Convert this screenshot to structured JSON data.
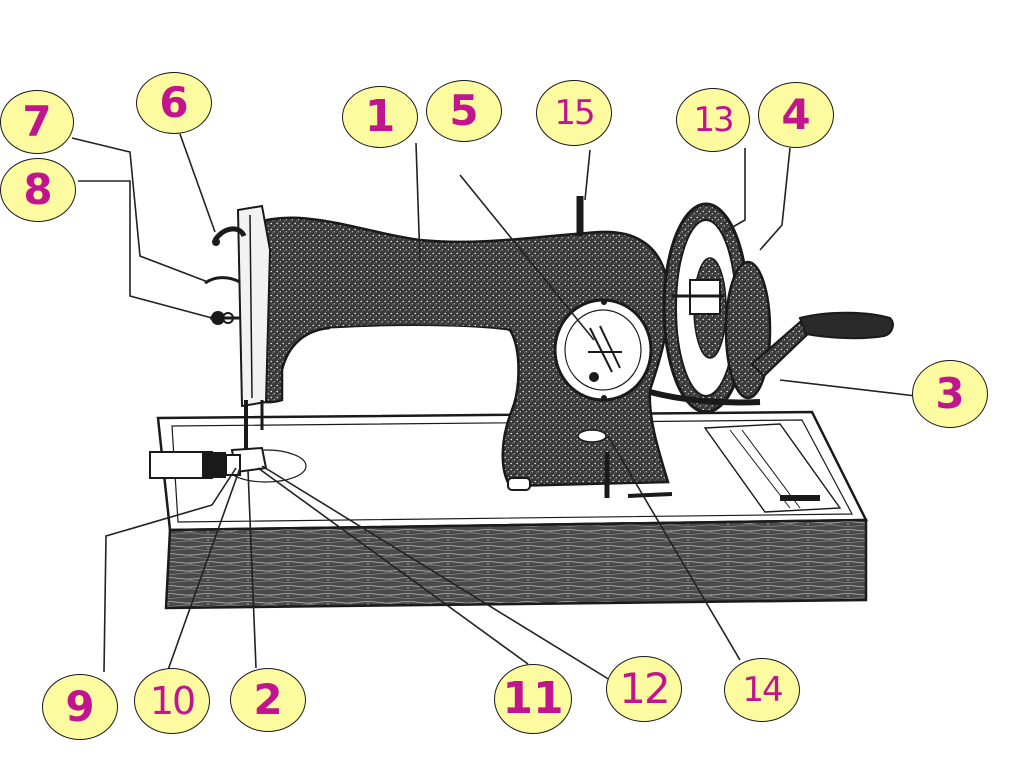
{
  "style": {
    "bubble_fill": "#fdfba0",
    "label_color": "#c0158f",
    "line_color": "#222222",
    "machine_color": "#1a1a1a",
    "paper_color": "#ffffff"
  },
  "callouts": [
    {
      "id": "1",
      "text": "1"
    },
    {
      "id": "2",
      "text": "2"
    },
    {
      "id": "3",
      "text": "3"
    },
    {
      "id": "4",
      "text": "4"
    },
    {
      "id": "5",
      "text": "5"
    },
    {
      "id": "6",
      "text": "6"
    },
    {
      "id": "7",
      "text": "7"
    },
    {
      "id": "8",
      "text": "8"
    },
    {
      "id": "9",
      "text": "9"
    },
    {
      "id": "10",
      "text": "10"
    },
    {
      "id": "11",
      "text": "11"
    },
    {
      "id": "12",
      "text": "12"
    },
    {
      "id": "13",
      "text": "13"
    },
    {
      "id": "14",
      "text": "14"
    },
    {
      "id": "15",
      "text": "15"
    }
  ]
}
